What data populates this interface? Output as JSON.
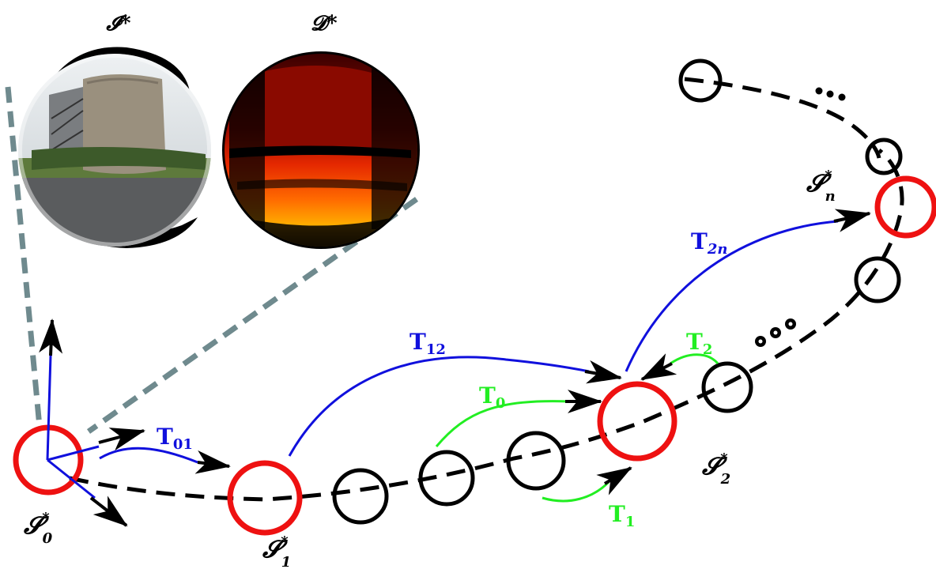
{
  "top_labels": {
    "image": "𝓘*",
    "depth": "𝓓*"
  },
  "keyframes": {
    "s0": {
      "base": "𝓢",
      "sup": "*",
      "sub": "0"
    },
    "s1": {
      "base": "𝓢",
      "sup": "*",
      "sub": "1"
    },
    "s2": {
      "base": "𝓢",
      "sup": "*",
      "sub": "2"
    },
    "sn": {
      "base": "𝓢",
      "sup": "*",
      "sub": "n"
    }
  },
  "transforms": {
    "t01": {
      "base": "T",
      "sub": "01"
    },
    "t12": {
      "base": "T",
      "sub": "12"
    },
    "t2n": {
      "base": "T",
      "sub": "2n"
    },
    "t0": {
      "base": "T",
      "sub": "0"
    },
    "t1": {
      "base": "T",
      "sub": "1"
    },
    "t2": {
      "base": "T",
      "sub": "2"
    }
  },
  "ellipsis": "…",
  "colors": {
    "keyframe": "#ee1111",
    "frame": "#000000",
    "trajectory": "#000000",
    "keyframe_transform": "#1010dd",
    "frame_transform": "#22ee22",
    "frustum": "#6f8a8e"
  }
}
